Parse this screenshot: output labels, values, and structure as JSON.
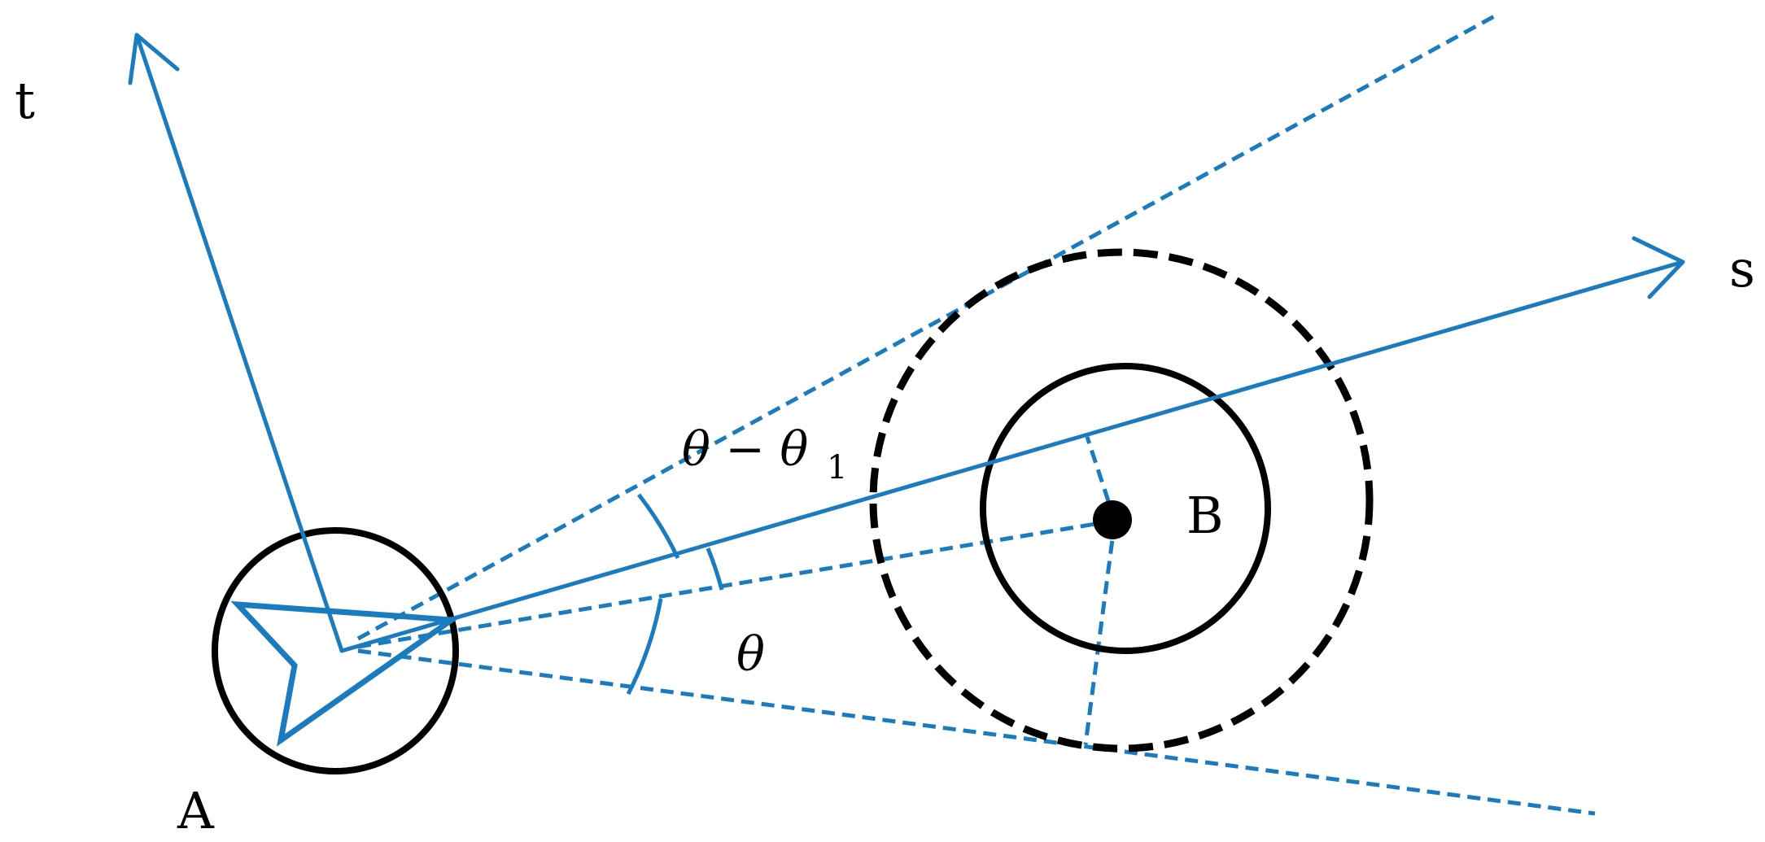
{
  "colors": {
    "blue": "#1a7bbf",
    "black": "#000000",
    "background": "#ffffff"
  },
  "labels": {
    "axis_t": "t",
    "axis_s": "s",
    "point_a": "A",
    "point_b": "B",
    "angle_theta": "θ",
    "angle_diff_main": "θ − θ",
    "angle_diff_sub": "1"
  }
}
